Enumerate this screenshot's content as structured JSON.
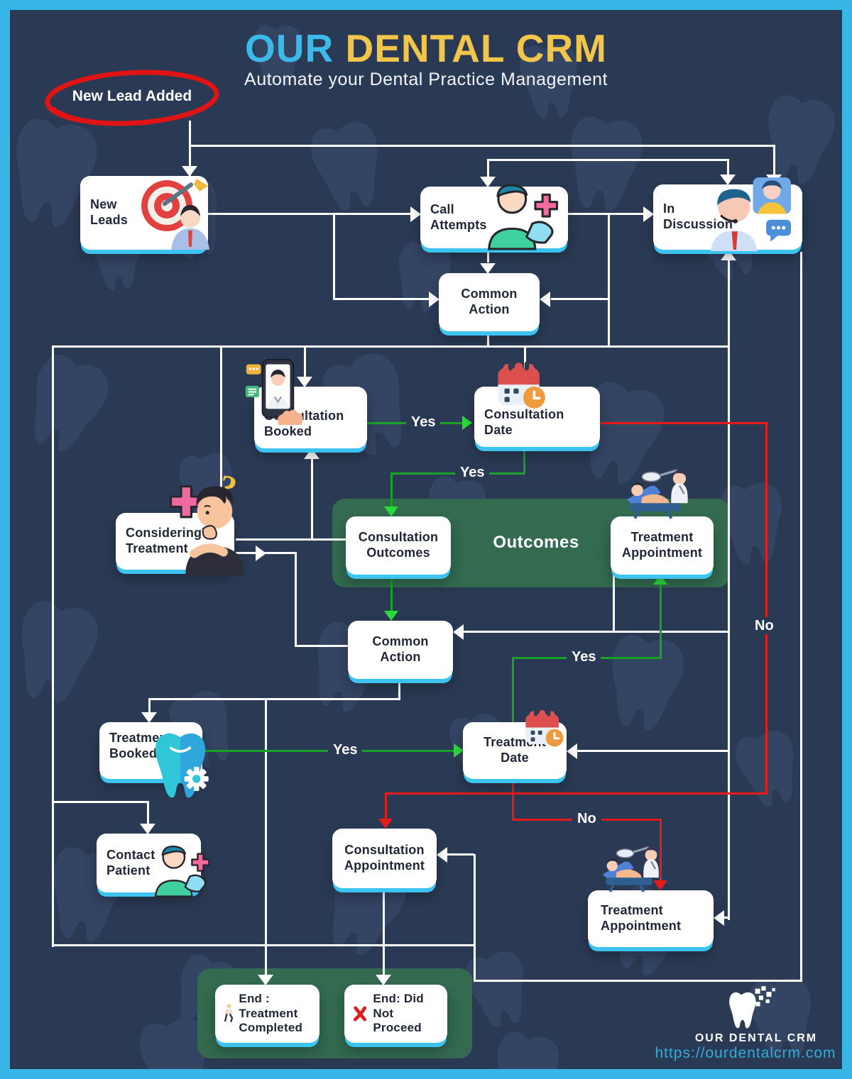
{
  "header": {
    "title_part1": "OUR",
    "title_part2": "DENTAL CRM",
    "subtitle": "Automate your Dental Practice Management"
  },
  "annotation": {
    "label": "New Lead Added"
  },
  "nodes": {
    "new_leads": "New Leads",
    "call_attempts": "Call Attempts",
    "in_discussion": "In Discussion",
    "common_action_1": "Common Action",
    "consultation_booked": "Consultation Booked",
    "consultation_date": "Consultation Date",
    "considering_treatment": "Considering Treatment",
    "consultation_outcomes": "Consultation Outcomes",
    "outcomes_banner": "Outcomes",
    "treatment_appointment_top": "Treatment Appointment",
    "common_action_2": "Common Action",
    "treatment_booked": "Treatment Booked",
    "treatment_date": "Treatment Date",
    "contact_patient": "Contact Patient",
    "consultation_appointment": "Consultation Appointment",
    "treatment_appointment_bottom": "Treatment Appointment",
    "end_treatment_completed": "End : Treatment Completed",
    "end_did_not_proceed": "End: Did Not Proceed"
  },
  "edge_labels": {
    "yes": "Yes",
    "no": "No"
  },
  "edges": [
    {
      "from": "new_lead_added",
      "to": "new_leads",
      "label": ""
    },
    {
      "from": "new_lead_added",
      "to": "in_discussion",
      "label": ""
    },
    {
      "from": "new_leads",
      "to": "call_attempts",
      "label": ""
    },
    {
      "from": "new_leads",
      "to": "common_action_1",
      "label": ""
    },
    {
      "from": "call_attempts",
      "to": "in_discussion",
      "label": ""
    },
    {
      "from": "in_discussion",
      "to": "call_attempts",
      "label": ""
    },
    {
      "from": "call_attempts",
      "to": "common_action_1",
      "label": ""
    },
    {
      "from": "in_discussion",
      "to": "common_action_1",
      "label": ""
    },
    {
      "from": "common_action_1",
      "to": "in_discussion",
      "label": ""
    },
    {
      "from": "common_action_1",
      "to": "consultation_booked",
      "label": ""
    },
    {
      "from": "common_action_1",
      "to": "consultation_date",
      "label": ""
    },
    {
      "from": "common_action_1",
      "to": "considering_treatment",
      "label": ""
    },
    {
      "from": "consultation_booked",
      "to": "consultation_date",
      "label": "Yes"
    },
    {
      "from": "consultation_date",
      "to": "consultation_outcomes",
      "label": "Yes"
    },
    {
      "from": "consultation_date",
      "to": "consultation_appointment",
      "label": "No"
    },
    {
      "from": "considering_treatment",
      "to": "consultation_booked",
      "label": ""
    },
    {
      "from": "considering_treatment",
      "to": "common_action_2",
      "label": ""
    },
    {
      "from": "consultation_outcomes",
      "to": "common_action_2",
      "label": ""
    },
    {
      "from": "treatment_appointment_top",
      "to": "common_action_2",
      "label": ""
    },
    {
      "from": "common_action_2",
      "to": "treatment_booked",
      "label": ""
    },
    {
      "from": "common_action_2",
      "to": "end_treatment_completed",
      "label": ""
    },
    {
      "from": "treatment_booked",
      "to": "treatment_date",
      "label": "Yes"
    },
    {
      "from": "treatment_date",
      "to": "treatment_appointment_top",
      "label": "Yes"
    },
    {
      "from": "treatment_date",
      "to": "treatment_appointment_bottom",
      "label": "No"
    },
    {
      "from": "left_rail",
      "to": "contact_patient",
      "label": ""
    },
    {
      "from": "in_discussion",
      "to": "consultation_appointment",
      "label": ""
    },
    {
      "from": "consultation_appointment",
      "to": "end_did_not_proceed",
      "label": ""
    },
    {
      "from": "right_rail",
      "to": "treatment_date",
      "label": ""
    },
    {
      "from": "right_rail",
      "to": "treatment_appointment_bottom",
      "label": ""
    }
  ],
  "icons": {
    "new_leads": "target-dart-person",
    "call_attempts": "dentist-with-phone",
    "in_discussion": "support-agents-chat",
    "consultation_booked": "phone-doctor",
    "consultation_date": "calendar-clock",
    "considering_treatment": "thinking-patient",
    "treatment_appointment": "dental-chair",
    "treatment_booked": "tooth-gear",
    "contact_patient": "dentist-with-phone",
    "treatment_date": "calendar-clock",
    "end_treatment_completed": "walking-person",
    "end_did_not_proceed": "red-cross-mark",
    "logo": "tooth-pixels"
  },
  "footer": {
    "logo_text": "OUR DENTAL CRM",
    "url": "https://ourdentalcrm.com"
  },
  "colors": {
    "background": "#2b3a54",
    "frame": "#38b6e8",
    "title_accent": "#3cb9e9",
    "title_main": "#f2c64b",
    "box_shadow": "#3cc3f0",
    "banner_green": "#336a50",
    "yes_line": "#18a228",
    "no_line": "#e81b1b",
    "white_line": "#ffffff",
    "annotation_red": "#e01414",
    "url_cyan": "#2fadd9"
  }
}
